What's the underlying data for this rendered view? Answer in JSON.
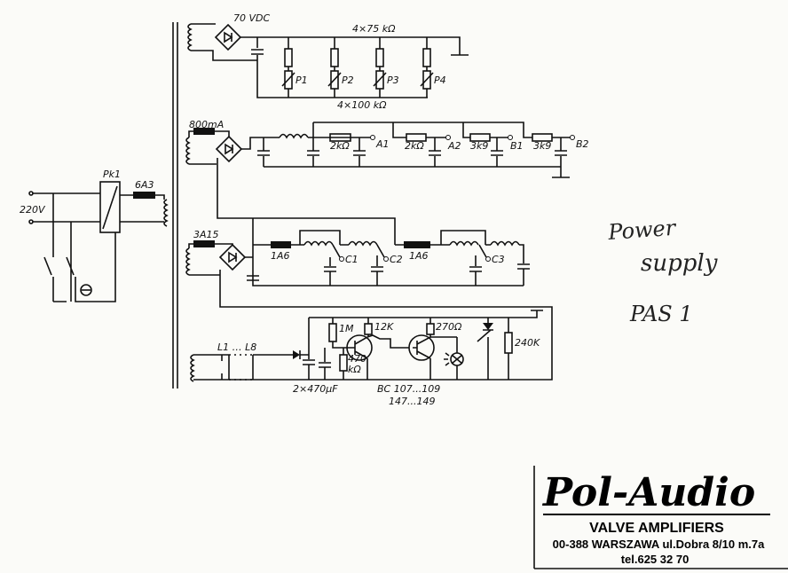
{
  "mains": {
    "voltage": "220V",
    "relay": "Pk1",
    "fuse": "6A3"
  },
  "section1": {
    "voltage": "70 VDC",
    "top_resistors": "4×75 kΩ",
    "bottom_resistors": "4×100 kΩ",
    "pots": [
      "P1",
      "P2",
      "P3",
      "P4"
    ]
  },
  "section2": {
    "fuse": "800mA",
    "r1": "2kΩ",
    "out1": "A1",
    "r2": "2kΩ",
    "out2": "A2",
    "r3": "3k9",
    "out3": "B1",
    "r4": "3k9",
    "out4": "B2"
  },
  "section3": {
    "fuse_main": "3A15",
    "fuse1": "1A6",
    "out1": "C1",
    "out2": "C2",
    "fuse2": "1A6",
    "out3": "C3"
  },
  "section4": {
    "lamps": "L1 … L8",
    "r_1m": "1M",
    "r_12k": "12K",
    "r_270": "270Ω",
    "r_240k": "240K",
    "r_470k": "470",
    "r_470k_unit": "kΩ",
    "caps": "2×470µF",
    "transistors_line1": "BC 107...109",
    "transistors_line2": "147...149"
  },
  "note": {
    "line1": "Power",
    "line2": "supply",
    "line3": "PAS 1"
  },
  "company": {
    "logo": "Pol-Audio",
    "tagline": "VALVE AMPLIFIERS",
    "address": "00-388 WARSZAWA ul.Dobra 8/10 m.7a",
    "phone": "tel.625 32 70"
  }
}
